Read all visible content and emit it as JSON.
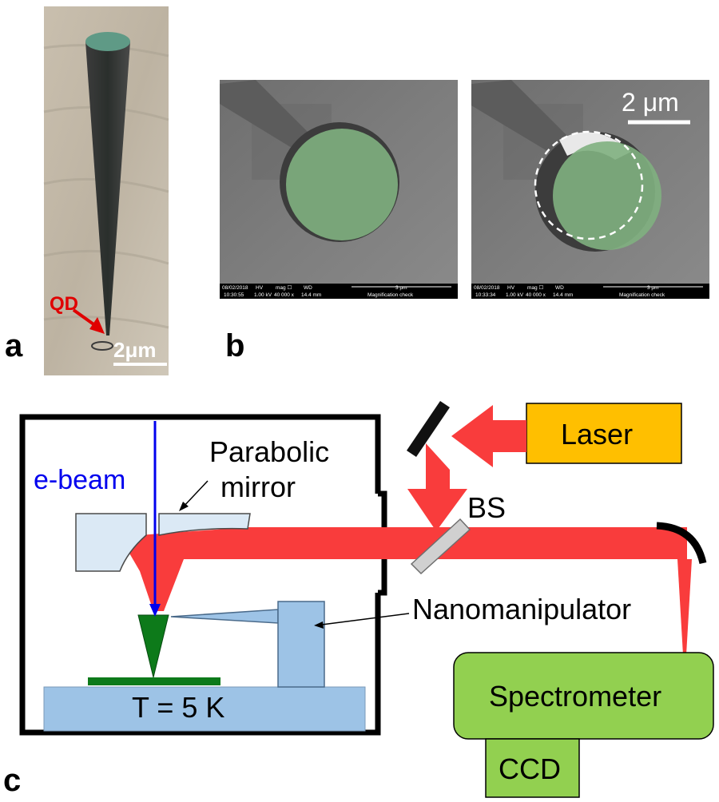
{
  "panels": {
    "a": {
      "label": "a",
      "qd_label": "QD",
      "scale_label": "2μm"
    },
    "b": {
      "label": "b",
      "scale_label": "2 μm",
      "images": [
        {
          "date": "08/02/2018",
          "time": "10:30:55",
          "hv_header": "HV",
          "hv": "1.00 kV",
          "mag_header": "mag ☐",
          "mag": "40 000 x",
          "wd_header": "WD",
          "wd": "14.4 mm",
          "scale_text": "3 μm",
          "caption": "Magnification check"
        },
        {
          "date": "08/02/2018",
          "time": "10:33:34",
          "hv_header": "HV",
          "hv": "1.00 kV",
          "mag_header": "mag ☐",
          "mag": "40 000 x",
          "wd_header": "WD",
          "wd": "14.4 mm",
          "scale_text": "3 μm",
          "caption": "Magnification check"
        }
      ]
    },
    "c": {
      "label": "c",
      "ebeam": "e-beam",
      "mirror_line1": "Parabolic",
      "mirror_line2": "mirror",
      "laser": "Laser",
      "bs": "BS",
      "nanomanipulator": "Nanomanipulator",
      "stage": "T = 5 K",
      "spectrometer": "Spectrometer",
      "ccd": "CCD"
    }
  },
  "colors": {
    "laser_beam": "#f93c3c",
    "ebeam": "#0000ee",
    "laser_box": "#ffbf00",
    "spectrometer_box": "#92d050",
    "stage": "#9dc3e6",
    "mirror": "#dbe9f5",
    "nanowire": "#0d7a1a",
    "sem_overlay": "#7fbf7f"
  }
}
